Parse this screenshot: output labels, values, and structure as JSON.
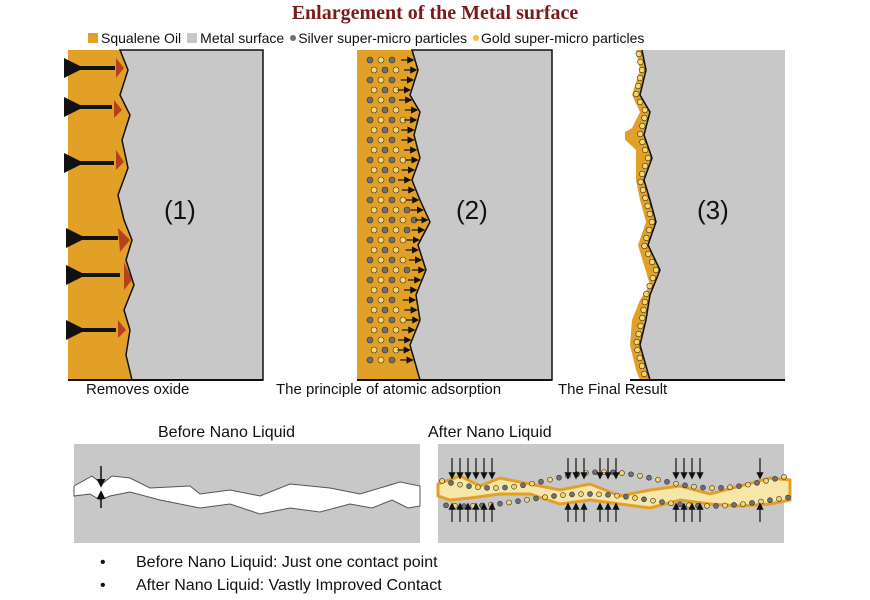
{
  "title": "Enlargement of the Metal surface",
  "legend": [
    {
      "label": "Squalene Oil",
      "color": "#e3a027",
      "kind": "square"
    },
    {
      "label": "Metal surface",
      "color": "#c8c8c8",
      "kind": "square"
    },
    {
      "label": "Silver super-micro particles",
      "color": "#6f6f6f",
      "kind": "dot"
    },
    {
      "label": "Gold super-micro particles",
      "color": "#f2c23a",
      "kind": "dot"
    }
  ],
  "panels": [
    {
      "number": "(1)",
      "caption": "Removes oxide"
    },
    {
      "number": "(2)",
      "caption": "The principle of atomic adsorption"
    },
    {
      "number": "(3)",
      "caption": "The Final Result"
    }
  ],
  "contact": {
    "before_title": "Before Nano Liquid",
    "after_title": "After Nano Liquid"
  },
  "bullets": [
    "Before Nano Liquid: Just one contact point",
    "After Nano Liquid: Vastly Improved Contact"
  ],
  "colors": {
    "oil": "#e3a027",
    "metal": "#c8c8c8",
    "oxide": "#b5421c",
    "silver": "#6f6f6f",
    "gold": "#f7d56a",
    "title": "#7a1a1a"
  }
}
